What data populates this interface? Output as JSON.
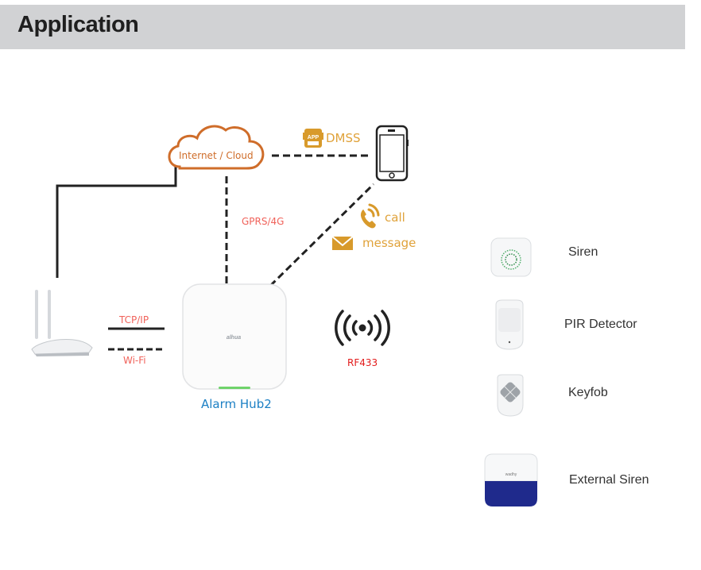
{
  "header": {
    "title": "Application"
  },
  "diagram": {
    "cloud": {
      "label": "Internet / Cloud",
      "icon": "cloud-icon"
    },
    "app": {
      "badge": "APP",
      "label": "DMSS",
      "icon": "app-phone-icon"
    },
    "phone": {
      "icon": "smartphone-icon"
    },
    "links": {
      "gprs": "GPRS/4G",
      "call": "call",
      "message": "message",
      "tcpip": "TCP/IP",
      "wifi": "Wi-Fi",
      "rf": "RF433"
    },
    "hub": {
      "label": "Alarm Hub2",
      "brand": "alhua"
    },
    "router": {
      "icon": "router-icon"
    }
  },
  "devices": [
    {
      "label": "Siren",
      "icon": "siren-icon"
    },
    {
      "label": "PIR Detector",
      "icon": "pir-detector-icon"
    },
    {
      "label": "Keyfob",
      "icon": "keyfob-icon"
    },
    {
      "label": "External Siren",
      "icon": "external-siren-icon"
    }
  ],
  "colors": {
    "header_bg": "#d1d2d4",
    "accent_orange": "#e0a23a",
    "cloud_orange": "#cf6d2a",
    "label_red": "#f0625a",
    "hub_blue": "#1b7fc4",
    "siren_blue": "#1f2a8c"
  }
}
